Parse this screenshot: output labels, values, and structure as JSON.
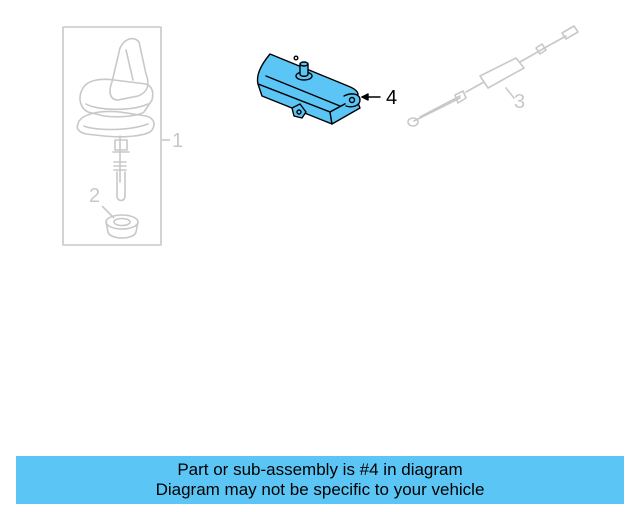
{
  "callouts": [
    {
      "id": "1",
      "label": "1"
    },
    {
      "id": "2",
      "label": "2"
    },
    {
      "id": "3",
      "label": "3"
    },
    {
      "id": "4",
      "label": "4"
    }
  ],
  "highlighted_part": "4",
  "colors": {
    "highlight_fill": "#5bc6f5",
    "faded_line": "#c8c8c8",
    "active_line": "#000000",
    "banner_bg": "#5bc6f5"
  },
  "banner": {
    "line1": "Part or sub-assembly is #4 in diagram",
    "line2": "Diagram may not be specific to your vehicle"
  }
}
